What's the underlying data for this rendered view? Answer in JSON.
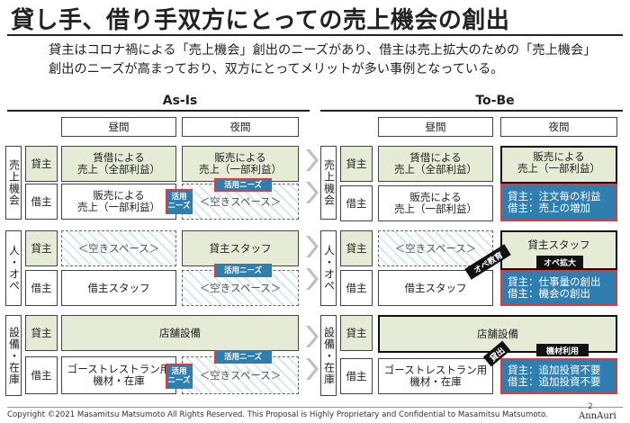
{
  "title": "貸し手、借り手双方にとっての売上機会の創出",
  "subtitle": "貸主はコロナ禍による「売上機会」創出のニーズがあり、借主は売上拡大のための「売上機会」創出のニーズが高まっており、双方にとってメリットが多い事例となっている。",
  "asis": {
    "heading": "As-Is",
    "col_day": "昼間",
    "col_night": "夜間",
    "groups": [
      "売上機会",
      "人・オペ",
      "設備・在庫"
    ],
    "lender": "貸主",
    "borrower": "借主",
    "sales_lender_day": "賃借による\n売上（全部利益）",
    "sales_lender_night": "販売による\n売上（一部利益）",
    "sales_borrower_day": "販売による\n売上（一部利益）",
    "empty_space": "＜空きスペース＞",
    "ops_lender_night": "貸主スタッフ",
    "ops_borrower_day": "借主スタッフ",
    "equip_lender": "店舗設備",
    "equip_borrower_day": "ゴーストレストラン用\n機材・在庫",
    "tag_use_needs": "活用ニーズ",
    "tag_use_needs_2": "活用\nニーズ"
  },
  "tobe": {
    "heading": "To-Be",
    "col_day": "昼間",
    "col_night": "夜間",
    "groups": [
      "売上機会",
      "人・オペ",
      "設備・在庫"
    ],
    "lender": "貸主",
    "borrower": "借主",
    "sales_lender_day": "賃借による\n売上（全部利益）",
    "sales_lender_night": "販売による\n売上（一部利益）",
    "sales_borrower_day": "販売による\n売上（一部利益）",
    "sales_night_blue": "貸主：注文毎の利益\n借主：売上の増加",
    "empty_space": "＜空きスペース＞",
    "ops_lender_night": "貸主スタッフ",
    "ops_borrower_day": "借主スタッフ",
    "ops_night_blue": "貸主：仕事量の創出\n借主：機会の創出",
    "tag_ope_edu": "オペ教育",
    "tag_ope_expand": "オペ拡大",
    "equip_lender": "店舗設備",
    "equip_borrower_day": "ゴーストレストラン用\n機材・在庫",
    "equip_night_blue": "貸主：追加投資不要\n借主：追加投資不要",
    "tag_equip_use": "機材利用",
    "tag_lend": "貸出"
  },
  "footer": "Copyright ©2021 Masamitsu Matsumoto All Rights Reserved. This Proposal is Highly Proprietary and Confidential to Masamitsu Matsumoto.",
  "page_number": "2",
  "logo": "AnnAuri"
}
